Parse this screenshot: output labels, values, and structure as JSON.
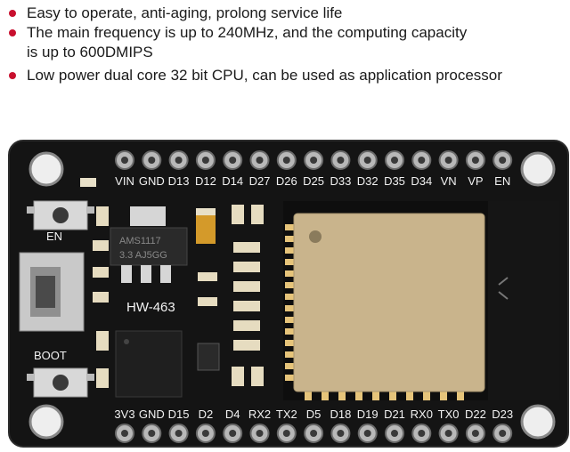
{
  "bullets": [
    {
      "lines": [
        "Easy to operate, anti-aging, prolong service life"
      ]
    },
    {
      "lines": [
        "The main frequency is up to 240MHz, and the computing capacity",
        "is up to 600DMIPS"
      ]
    },
    {
      "lines": [
        "Low power dual core 32 bit CPU, can be used as application processor"
      ]
    }
  ],
  "board": {
    "top_pins": [
      "VIN",
      "GND",
      "D13",
      "D12",
      "D14",
      "D27",
      "D26",
      "D25",
      "D33",
      "D32",
      "D35",
      "D34",
      "VN",
      "VP",
      "EN"
    ],
    "bottom_pins": [
      "3V3",
      "GND",
      "D15",
      "D2",
      "D4",
      "RX2",
      "TX2",
      "D5",
      "D18",
      "D19",
      "D21",
      "RX0",
      "TX0",
      "D22",
      "D23"
    ],
    "en_label": "EN",
    "boot_label": "BOOT",
    "model_label": "HW-463",
    "regulator_text": [
      "AMS1117",
      "3.3 AJ5GG"
    ],
    "pcb_color": "#141414",
    "module_color": "#c9b48c"
  }
}
